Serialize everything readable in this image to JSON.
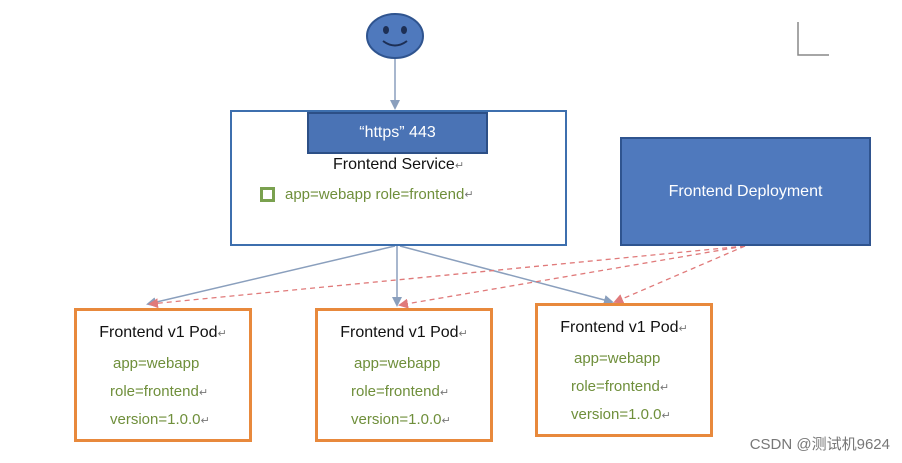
{
  "service": {
    "port_label": "“https” 443",
    "title": "Frontend Service",
    "selector": "app=webapp role=frontend"
  },
  "deployment": {
    "title": "Frontend Deployment"
  },
  "pods": [
    {
      "title": "Frontend v1 Pod",
      "app": "app=webapp",
      "role": "role=frontend",
      "version": "version=1.0.0"
    },
    {
      "title": "Frontend v1 Pod",
      "app": "app=webapp",
      "role": "role=frontend",
      "version": "version=1.0.0"
    },
    {
      "title": "Frontend v1 Pod",
      "app": "app=webapp",
      "role": "role=frontend",
      "version": "version=1.0.0"
    }
  ],
  "paragraph_mark": "↵",
  "watermark": "CSDN @测试机9624",
  "colors": {
    "service_border": "#3d6fae",
    "deployment_fill": "#4f79bd",
    "pod_border": "#e8893c",
    "label_text": "#6f8f3b",
    "service_arrow": "#8a9fbd",
    "deployment_arrow": "#e07a7a"
  },
  "icons": {
    "user": "smiley-face-icon"
  }
}
